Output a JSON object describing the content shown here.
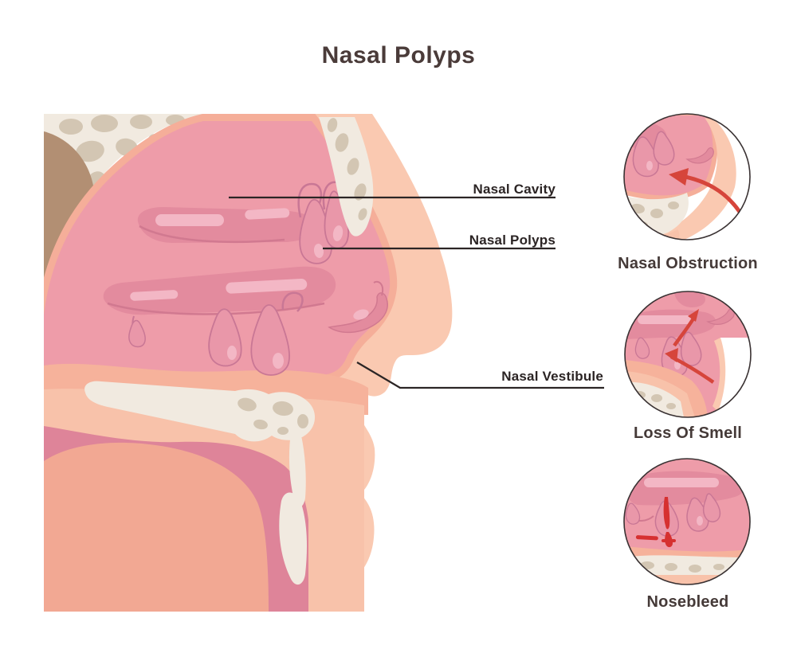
{
  "title": "Nasal Polyps",
  "annotations": [
    {
      "text": "Nasal Cavity"
    },
    {
      "text": "Nasal Polyps"
    },
    {
      "text": "Nasal Vestibule"
    }
  ],
  "symptoms": [
    {
      "label": "Nasal Obstruction"
    },
    {
      "label": "Loss Of Smell"
    },
    {
      "label": "Nosebleed"
    }
  ],
  "palette": {
    "background": "#ffffff",
    "title_text": "#4a3b39",
    "annotation_text": "#2b2424",
    "symptom_text": "#453a38",
    "leader_line": "#2b2525",
    "circle_outline": "#3a3233",
    "cavity_pink": "#ee9ca9",
    "mucosa_salmon": "#f5ae99",
    "turbinate_pink": "#e38b9e",
    "turbinate_outline": "#d17990",
    "highlight_pink": "#f3b7c5",
    "polyp_pink": "#e997a9",
    "polyp_outline": "#c97795",
    "skin_peach": "#fac9b1",
    "lip_salmon": "#f3a892",
    "salmon_band": "#f6b29b",
    "tissue_peach": "#f8c2aa",
    "tongue_peach": "#f2a893",
    "mouth_pink": "#de8499",
    "bone_cream": "#f1eae0",
    "bone_cell_beige": "#d3c6b3",
    "bone_brown": "#b28f73",
    "arrow_red": "#d6453b",
    "blood_red": "#d63030"
  }
}
